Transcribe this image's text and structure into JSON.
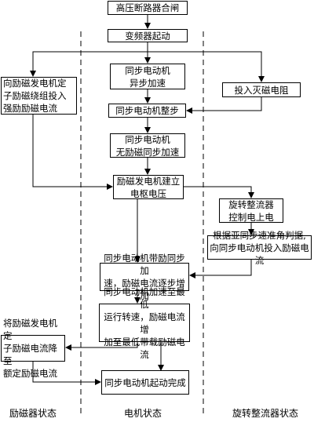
{
  "nodes": {
    "hv_close": "高压断路器合闸",
    "vfd_start": "变频器起动",
    "async_accel": "同步电动机\n异步加速",
    "discharge_res": "投入灭磁电阻",
    "forced_excite": "向励磁发电机定\n子励磁绕组投入\n强励励磁电流",
    "sync_whole_step": "同步电动机整步",
    "no_excite_sync": "同步电动机\n无励磁同步加速",
    "exciter_voltage": "励磁发电机建立\n电枢电压",
    "rect_power_on": "旋转整流器\n控制电上电",
    "slip_angle": "根据亚同步速准角判据,\n向同步电动机投入励磁电流",
    "excite_accel": "同步电动机带励同步加\n速，励磁电流逐步增加",
    "min_speed": "同步电动机加速至最低\n运行转速，励磁电流增\n加至最低带载励磁电流",
    "reduce_current": "将励磁发电机定\n子励磁电流降至\n额定励磁电流",
    "start_done": "同步电动机起动完成"
  },
  "lanes": {
    "exciter": "励磁器状态",
    "motor": "电机状态",
    "rectifier": "旋转整流器状态"
  },
  "colors": {
    "line": "#000000",
    "background": "#ffffff"
  }
}
